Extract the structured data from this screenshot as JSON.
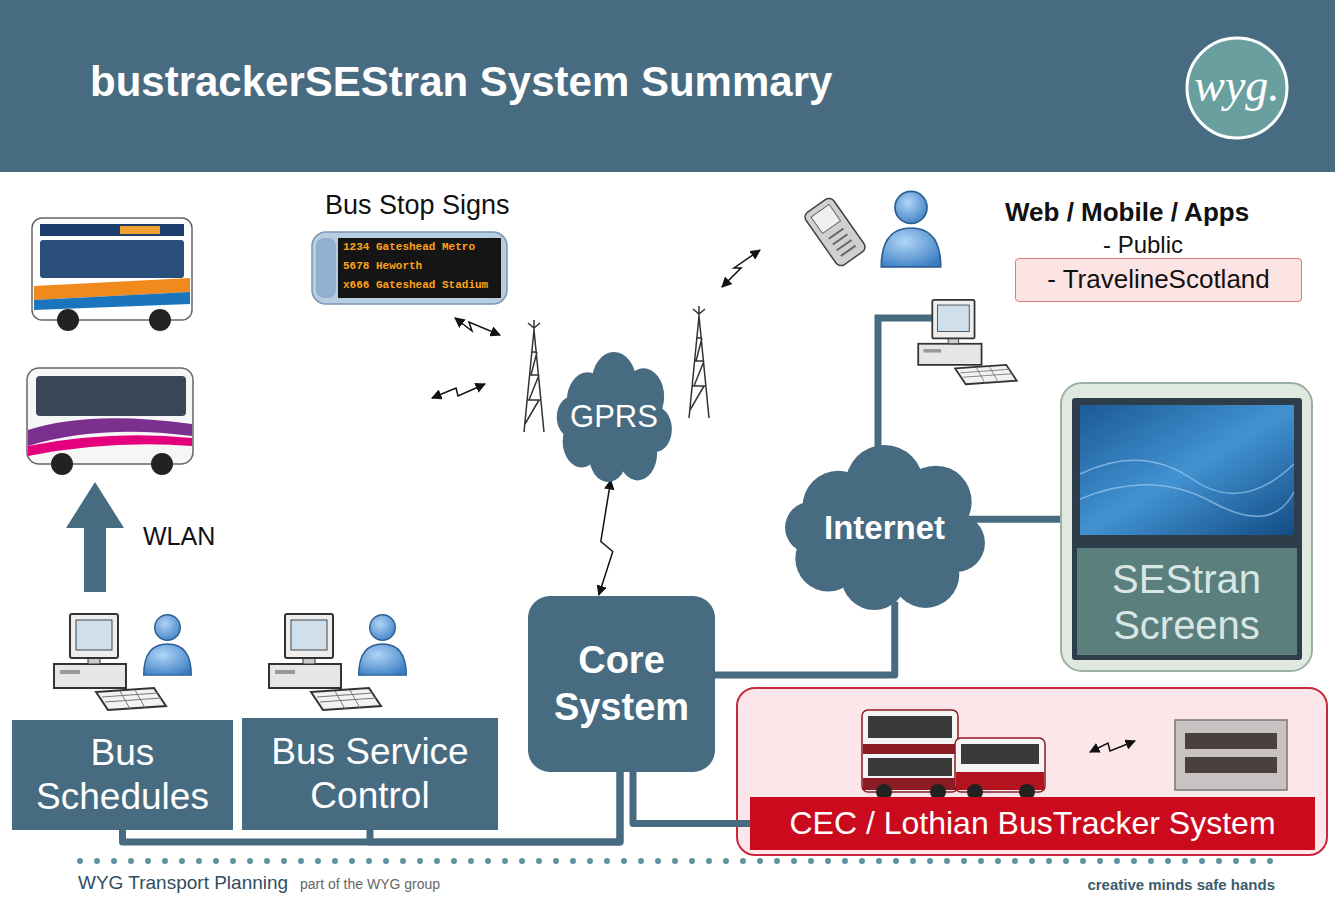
{
  "diagram": {
    "title": "bustrackerSEStran System Summary",
    "nodes": [
      {
        "text": [
          "- TravelineScotland"
        ]
      },
      {
        "text": [
          "GPRS"
        ]
      },
      {
        "text": [
          "Internet"
        ]
      },
      {
        "text": [
          "SEStran Screens"
        ]
      },
      {
        "text": [
          "Core System"
        ]
      },
      {
        "text": [
          "Bus Schedules"
        ]
      },
      {
        "text": [
          "Bus Service Control"
        ]
      },
      {
        "text": [
          "CEC / Lothian BusTracker System"
        ]
      }
    ],
    "edges": [
      {
        "from": 4,
        "to": 1,
        "arrow": "both"
      },
      {
        "from": 5,
        "to": 4,
        "arrow": "none"
      },
      {
        "from": 6,
        "to": 4,
        "arrow": "none"
      },
      {
        "from": 4,
        "to": 2,
        "arrow": "none"
      },
      {
        "from": 2,
        "to": 3,
        "arrow": "none"
      },
      {
        "from": 4,
        "to": 7,
        "arrow": "none"
      }
    ],
    "labels": [
      "wyg.",
      "Bus Stop Signs",
      "1234 Gateshead Metro",
      "5678 Heworth",
      "x666 Gateshead Stadium",
      "Web / Mobile / Apps",
      "- Public",
      "WLAN",
      "WYG Transport Planning",
      "part of the WYG group",
      "creative minds safe hands"
    ]
  }
}
